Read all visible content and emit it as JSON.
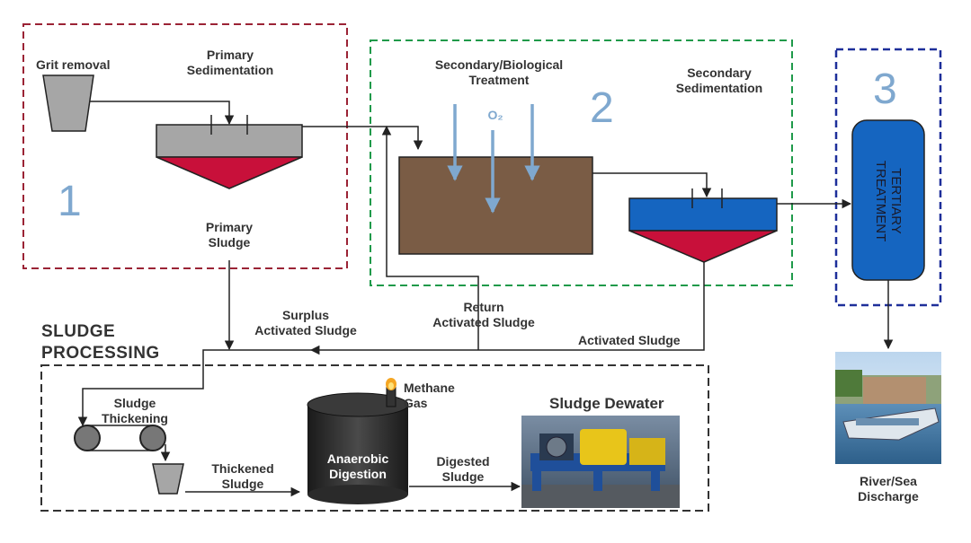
{
  "colors": {
    "zone1": "#9b2335",
    "zone2": "#1f9a4a",
    "zone3": "#1e2f9a",
    "zone_number": "#7fa8cf",
    "sludge_red": "#c8103a",
    "biological_tank": "#7a5c45",
    "secondary_clarifier": "#1565c0",
    "tertiary_unit": "#1565c0",
    "primary_clarifier": "#a6a6a6",
    "oxygen_arrow": "#7fa8cf"
  },
  "zones": {
    "primary": {
      "number": "1"
    },
    "secondary": {
      "number": "2"
    },
    "tertiary": {
      "number": "3"
    }
  },
  "labels": {
    "grit_removal": "Grit removal",
    "primary_sedimentation": "Primary\nSedimentation",
    "primary_sludge": "Primary\nSludge",
    "secondary_biological_treatment": "Secondary/Biological\nTreatment",
    "oxygen": "O₂",
    "secondary_sedimentation": "Secondary\nSedimentation",
    "tertiary_treatment": "TERTIARY\nTREATMENT",
    "return_activated_sludge": "Return\nActivated Sludge",
    "surplus_activated_sludge": "Surplus\nActivated Sludge",
    "activated_sludge": "Activated Sludge",
    "sludge_processing": "SLUDGE\nPROCESSING",
    "sludge_thickening": "Sludge\nThickening",
    "thickened_sludge": "Thickened\nSludge",
    "methane_gas": "Methane\nGas",
    "anaerobic_digestion": "Anaerobic\nDigestion",
    "digested_sludge": "Digested\nSludge",
    "sludge_dewater": "Sludge Dewater",
    "river_sea_discharge": "River/Sea\nDischarge"
  }
}
